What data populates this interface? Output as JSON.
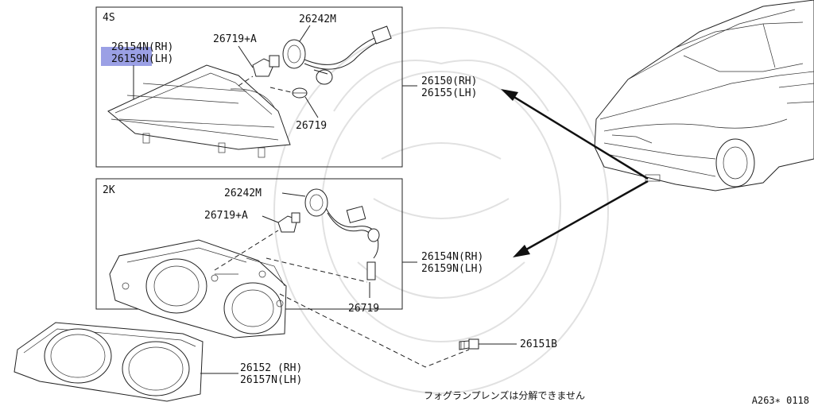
{
  "panels": {
    "top": {
      "variant": "4S"
    },
    "bottom": {
      "variant": "2K"
    }
  },
  "labels": {
    "p26154N_rh": "26154N(RH)",
    "p26159N_lh": "26159N(LH)",
    "p26719A_top": "26719+A",
    "p26242M_top": "26242M",
    "p26719_top": "26719",
    "p26150": "26150(RH)",
    "p26155": "26155(LH)",
    "p26242M_bot": "26242M",
    "p26719A_bot": "26719+A",
    "p26719_bot": "26719",
    "p26154N_rh_right": "26154N(RH)",
    "p26159N_lh_right": "26159N(LH)",
    "p26151B": "26151B",
    "p26152": "26152 (RH)",
    "p26157N": "26157N(LH)",
    "note_jp": "フォグランプレンズは分解できません",
    "figure_code": "A263∗ 0118"
  },
  "highlight_color": "#8a8fe0"
}
